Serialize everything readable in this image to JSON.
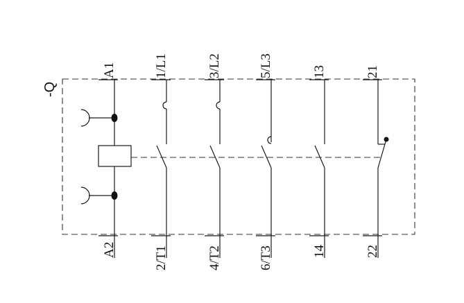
{
  "diagram": {
    "device_tag": "-Q",
    "coil": {
      "top_terminal": "A1",
      "bottom_terminal": "A2"
    },
    "poles": [
      {
        "id": "L1",
        "top": "1/L1",
        "bottom": "2/T1",
        "kind": "main-no"
      },
      {
        "id": "L2",
        "top": "3/L2",
        "bottom": "4/T2",
        "kind": "main-no"
      },
      {
        "id": "L3",
        "top": "5/L3",
        "bottom": "6/T3",
        "kind": "main-no"
      },
      {
        "id": "aux-no",
        "top": "13",
        "bottom": "14",
        "kind": "aux-no"
      },
      {
        "id": "aux-nc",
        "top": "21",
        "bottom": "22",
        "kind": "aux-nc"
      }
    ],
    "colors": {
      "line": "#1a1a1a",
      "background": "#ffffff"
    }
  }
}
